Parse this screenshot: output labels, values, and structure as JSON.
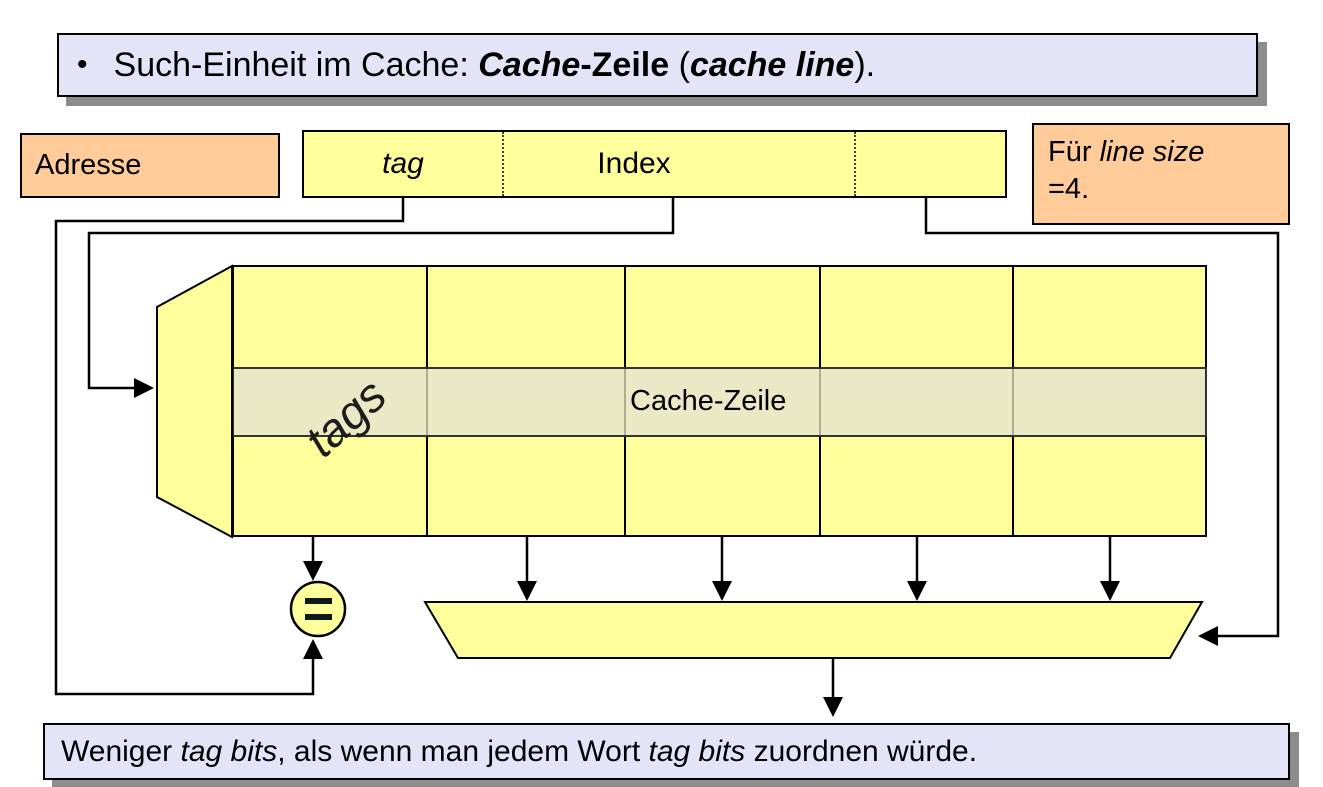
{
  "title": {
    "bullet": "•",
    "t1": "Such-Einheit im Cache: ",
    "t2": "Cache",
    "t3": "-Zeile",
    "t4": " (",
    "t5": "cache line",
    "t6": ")."
  },
  "address": {
    "label": "Adresse",
    "fields": [
      {
        "label": "tag"
      },
      {
        "label": "Index"
      },
      {
        "label": ""
      }
    ]
  },
  "note": {
    "line1_prefix": "Für ",
    "line1_italic": "line size",
    "line2": "=4."
  },
  "cache": {
    "tags_label": "tags",
    "row_label": "Cache-Zeile",
    "comparator": "="
  },
  "bottom": {
    "b1": "Weniger ",
    "b2": "tag bits",
    "b3": ", als wenn man jedem Wort ",
    "b4": "tag bits",
    "b5": " zuordnen würde."
  },
  "colors": {
    "yellow": "#ffff9b",
    "highlight_row": "#e9e9c6",
    "lavender": "#e4e4f8",
    "orange": "#ffcc99",
    "shadow": "#8c8c8c",
    "line": "#000000"
  }
}
